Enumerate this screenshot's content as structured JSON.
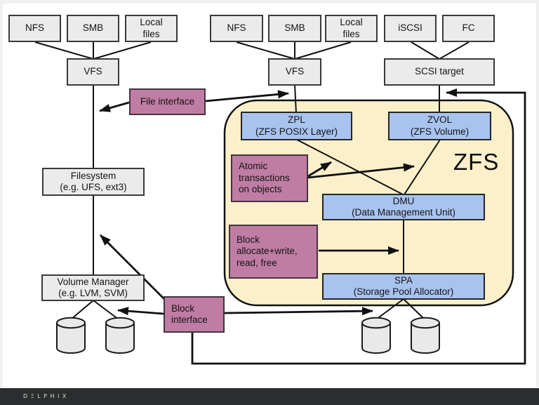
{
  "slide": {
    "nodes": {
      "nfs_left": "NFS",
      "smb_left": "SMB",
      "local_files_left": "Local\nfiles",
      "vfs_left": "VFS",
      "nfs_mid": "NFS",
      "smb_mid": "SMB",
      "local_files_mid": "Local\nfiles",
      "vfs_mid": "VFS",
      "iscsi": "iSCSI",
      "fc": "FC",
      "scsi_target": "SCSI target",
      "filesystem": "Filesystem\n(e.g. UFS, ext3)",
      "volume_manager": "Volume Manager\n(e.g. LVM, SVM)",
      "zpl": "ZPL\n(ZFS POSIX Layer)",
      "zvol": "ZVOL\n(ZFS Volume)",
      "dmu": "DMU\n(Data Management Unit)",
      "spa": "SPA\n(Storage Pool Allocator)"
    },
    "labels": {
      "zfs": "ZFS",
      "file_interface": "File interface",
      "block_interface": "Block\ninterface",
      "atomic_transactions": "Atomic\ntransactions\non objects",
      "block_ops": "Block\nallocate+write,\nread, free"
    },
    "colors": {
      "zfs_container_fill": "#fcf0cb",
      "blue_box_fill": "#a9c3ef",
      "pink_box_fill": "#c07da4",
      "gray_box_fill": "#ebebeb",
      "footer_bg": "#2b2d2e"
    }
  },
  "footer": {
    "brand": "DΞLPHIX"
  }
}
